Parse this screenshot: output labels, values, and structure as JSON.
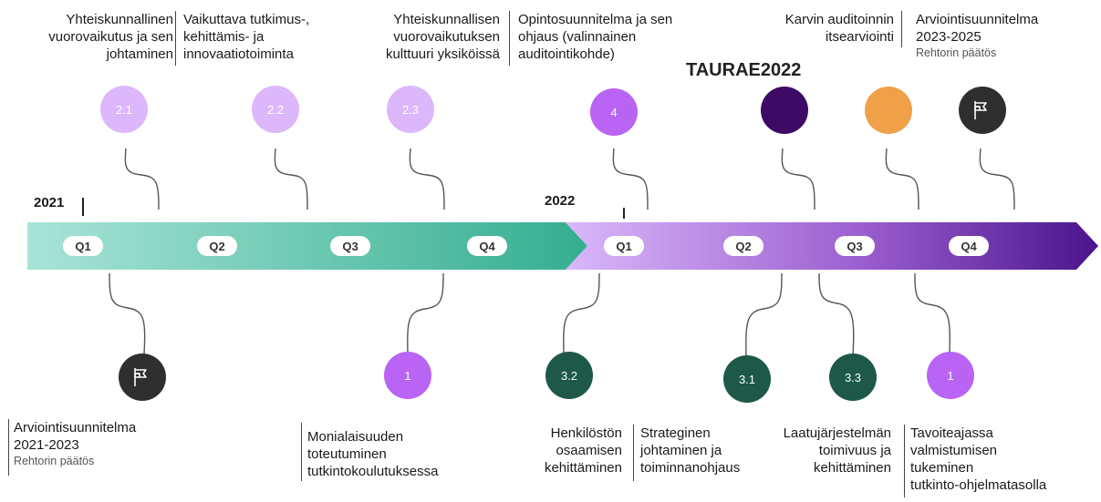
{
  "colors": {
    "light_purple": "#DCB7FB",
    "mid_purple": "#B964F5",
    "dark_purple": "#3D0A66",
    "teal_dark": "#1D5848",
    "orange": "#F0A048",
    "charcoal": "#2F2F2F",
    "arrow_teal_start": "#A8E4D7",
    "arrow_teal_end": "#34AE8F",
    "arrow_purple_start": "#D9B8FA",
    "arrow_purple_end": "#4A148C"
  },
  "years": {
    "y2021": "2021",
    "y2022": "2022"
  },
  "header": "TAURAE2022",
  "quarters": [
    "Q1",
    "Q2",
    "Q3",
    "Q4",
    "Q1",
    "Q2",
    "Q3",
    "Q4"
  ],
  "top_labels": [
    {
      "lines": [
        "Yhteiskunnallinen",
        "vuorovaikutus ja sen",
        "johtaminen"
      ]
    },
    {
      "lines": [
        "Vaikuttava tutkimus-,",
        "kehittämis- ja",
        "innovaatiotoiminta"
      ]
    },
    {
      "lines": [
        "Yhteiskunnallisen",
        "vuorovaikutuksen",
        "kulttuuri yksiköissä"
      ]
    },
    {
      "lines": [
        "Opintosuunnitelma ja sen",
        "ohjaus (valinnainen",
        "auditointikohde)"
      ]
    },
    {
      "lines": [
        "Karvin auditoinnin",
        "itsearviointi"
      ]
    },
    {
      "lines": [
        "Arviointisuunnitelma",
        "2023-2025"
      ],
      "sub": "Rehtorin päätös"
    }
  ],
  "bottom_labels": [
    {
      "lines": [
        "Arviointisuunnitelma",
        "2021-2023"
      ],
      "sub": "Rehtorin päätös"
    },
    {
      "lines": [
        "Monialaisuuden",
        "toteutuminen",
        "tutkintokoulutuksessa"
      ]
    },
    {
      "lines": [
        "Henkilöstön",
        "osaamisen",
        "kehittäminen"
      ]
    },
    {
      "lines": [
        "Strateginen",
        "johtaminen ja",
        "toiminnanohjaus"
      ]
    },
    {
      "lines": [
        "Laatujärjestelmän",
        "toimivuus ja",
        "kehittäminen"
      ]
    },
    {
      "lines": [
        "Tavoiteajassa",
        "valmistumisen",
        "tukeminen",
        "tutkinto-ohjelmatasolla"
      ]
    }
  ],
  "top_circles": [
    {
      "text": "2.1",
      "color": "#DCB7FB"
    },
    {
      "text": "2.2",
      "color": "#DCB7FB"
    },
    {
      "text": "2.3",
      "color": "#DCB7FB"
    },
    {
      "text": "4",
      "color": "#B964F5"
    },
    {
      "text": "",
      "color": "#3D0A66"
    },
    {
      "text": "",
      "color": "#F0A048"
    },
    {
      "icon": "flag-icon",
      "color": "#2F2F2F"
    }
  ],
  "bottom_circles": [
    {
      "icon": "flag-icon",
      "color": "#2F2F2F"
    },
    {
      "text": "1",
      "color": "#B964F5"
    },
    {
      "text": "3.2",
      "color": "#1D5848"
    },
    {
      "text": "3.1",
      "color": "#1D5848"
    },
    {
      "text": "3.3",
      "color": "#1D5848"
    },
    {
      "text": "1",
      "color": "#B964F5"
    }
  ]
}
